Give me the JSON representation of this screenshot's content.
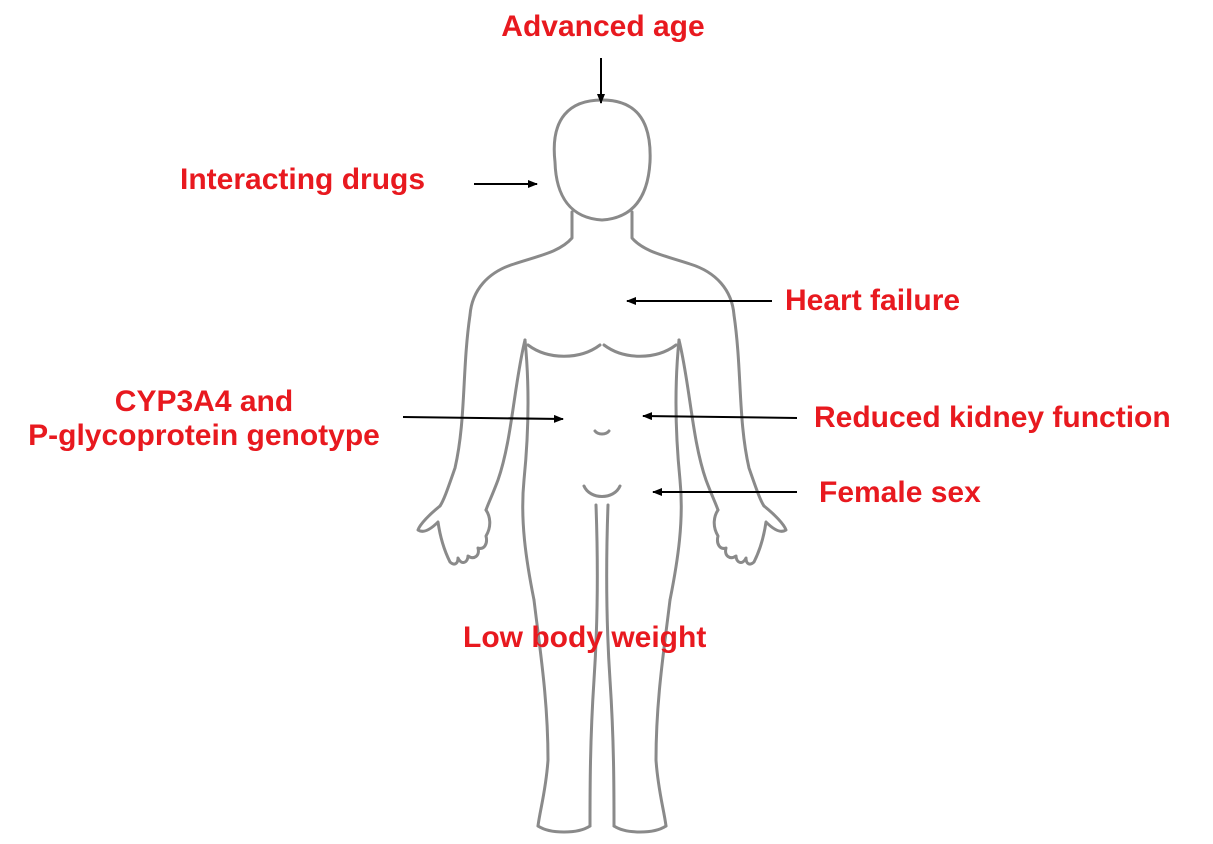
{
  "colors": {
    "label": "#e8191f",
    "outline": "#8a8a8a",
    "arrow": "#000000",
    "background": "#ffffff"
  },
  "labels": {
    "advanced_age": "Advanced age",
    "interacting_drugs": "Interacting drugs",
    "heart_failure": "Heart failure",
    "cyp3a4_line1": "CYP3A4 and",
    "cyp3a4_line2": "P-glycoprotein genotype",
    "reduced_kidney": "Reduced kidney function",
    "female_sex": "Female sex",
    "low_body_weight": "Low body weight"
  },
  "figure": {
    "icon": "human-body-outline-icon"
  }
}
